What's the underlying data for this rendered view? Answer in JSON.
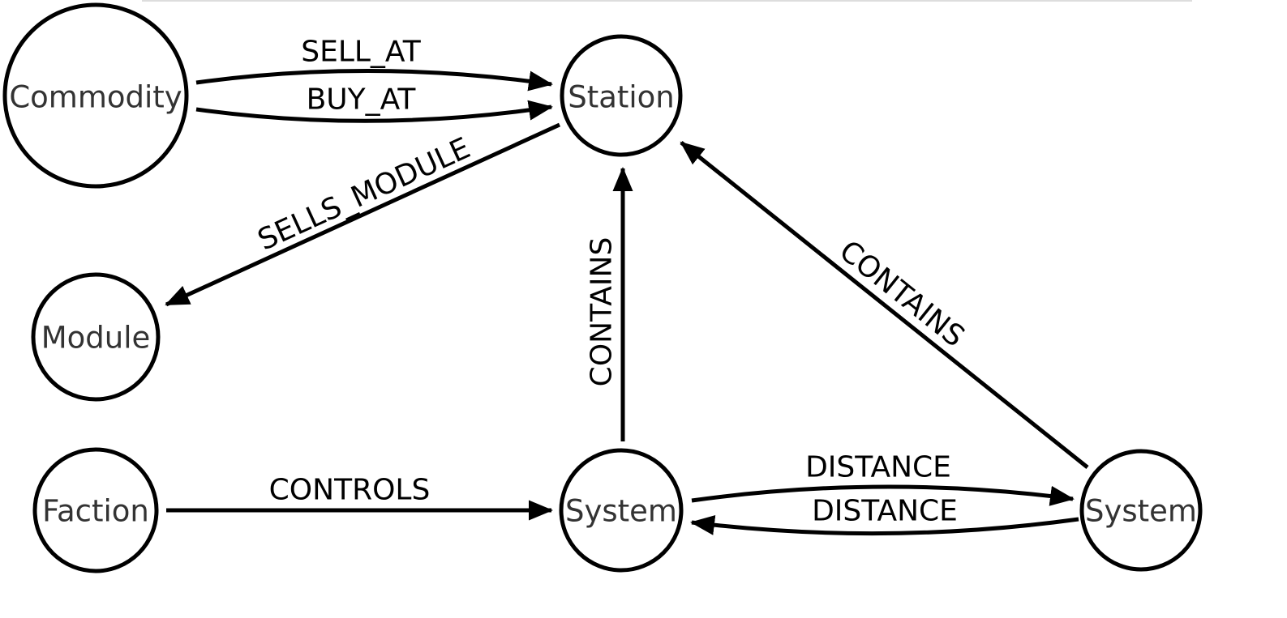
{
  "colors": {
    "stroke": "#000000",
    "node_text": "#333333",
    "background": "#ffffff"
  },
  "nodes": {
    "commodity": "Commodity",
    "station": "Station",
    "module": "Module",
    "faction": "Faction",
    "system_center": "System",
    "system_right": "System"
  },
  "edges": {
    "sell_at": "SELL_AT",
    "buy_at": "BUY_AT",
    "sells_module": "SELLS_MODULE",
    "contains_vertical": "CONTAINS",
    "contains_diagonal": "CONTAINS",
    "controls": "CONTROLS",
    "distance_forward": "DISTANCE",
    "distance_back": "DISTANCE"
  }
}
